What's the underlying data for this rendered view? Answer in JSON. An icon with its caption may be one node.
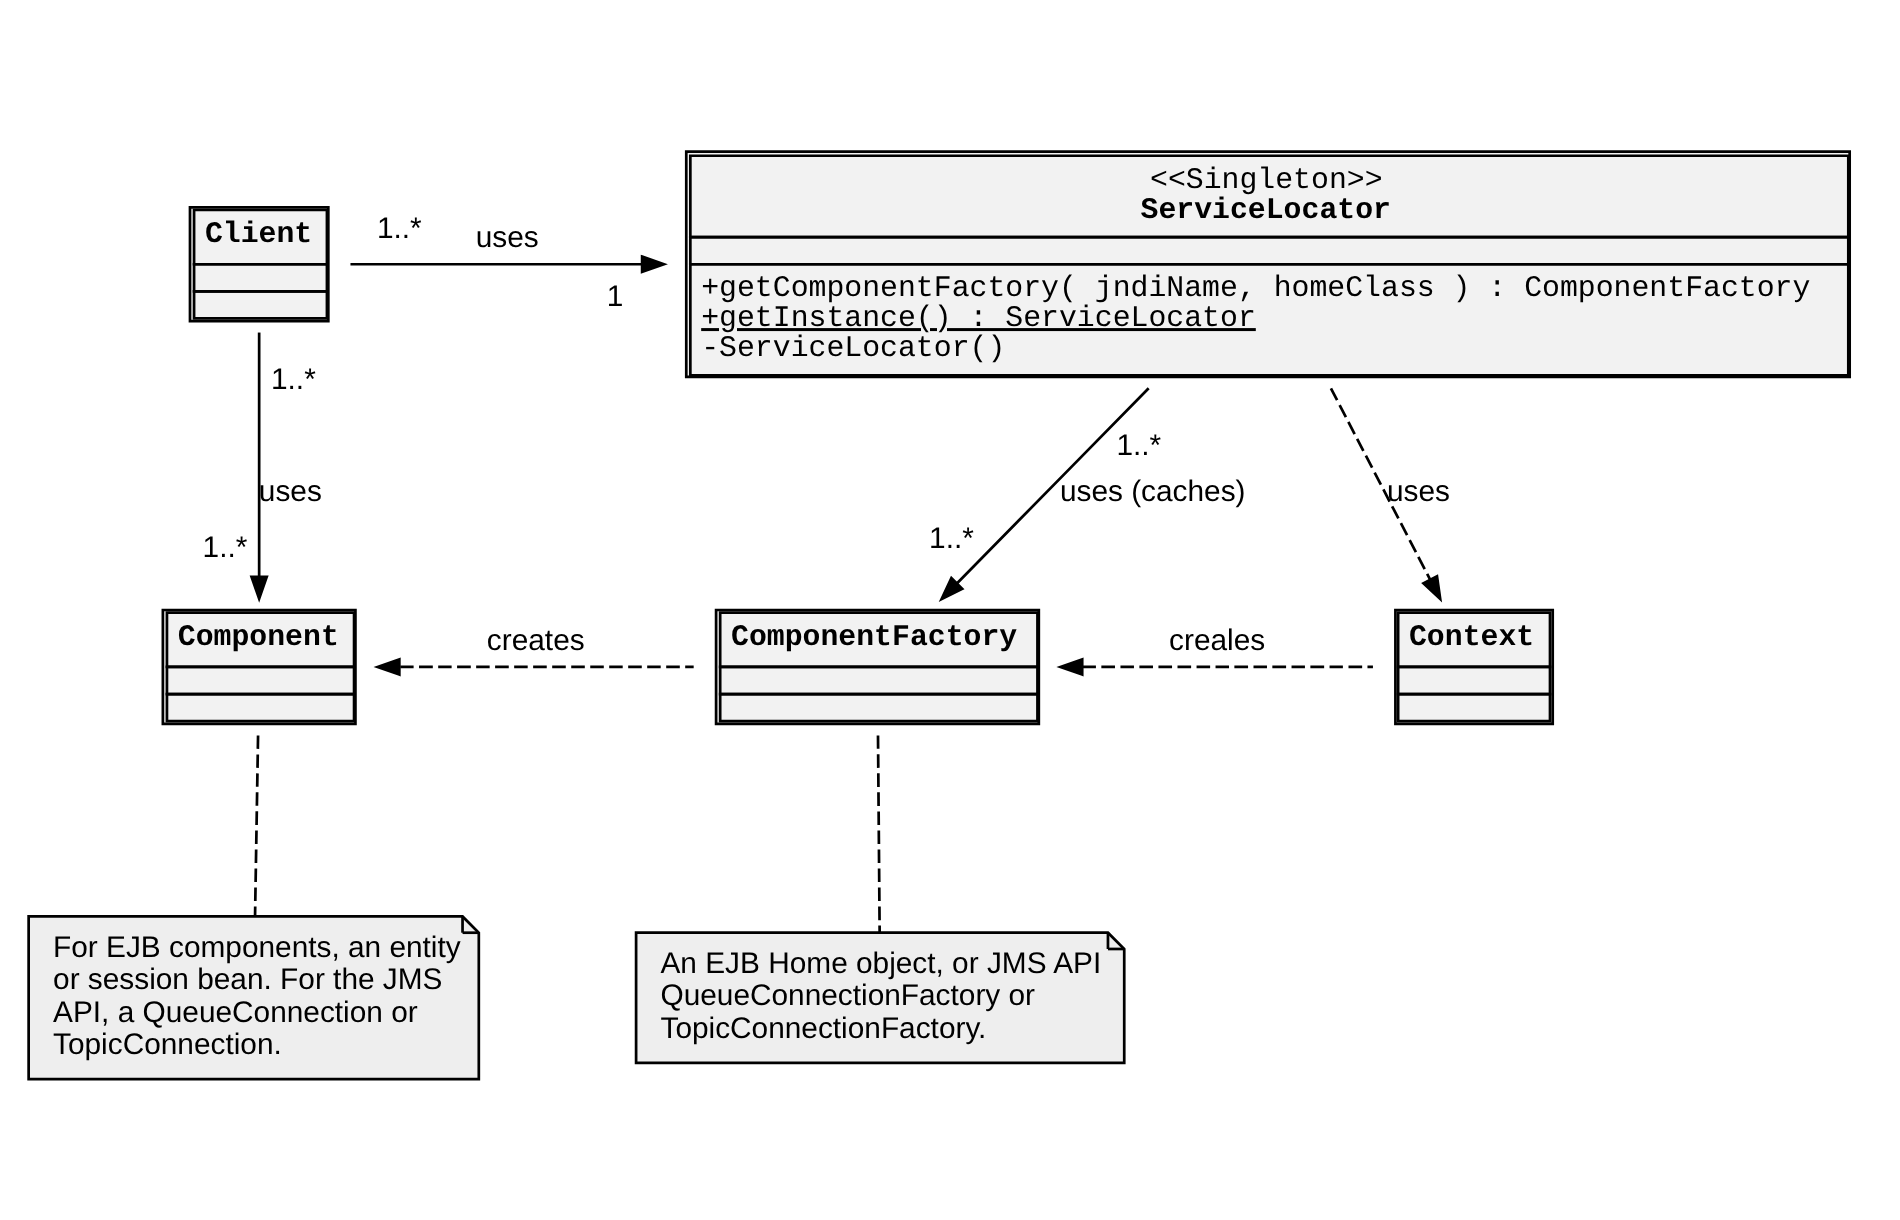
{
  "diagram": {
    "nodes": [
      {
        "text": [
          "Client"
        ],
        "beside": [
          "1..*",
          "1..*"
        ]
      },
      {
        "text": [
          "<<Singleton>>",
          "ServiceLocator",
          "+getComponentFactory( jndiName, homeClass ) : ComponentFactory",
          "+getInstance() : ServiceLocator",
          "-ServiceLocator()"
        ],
        "beside": [
          "1",
          "1..*"
        ]
      },
      {
        "text": [
          "Component"
        ],
        "beside": [
          "1..*"
        ]
      },
      {
        "text": [
          "ComponentFactory"
        ],
        "beside": [
          "1..*"
        ]
      },
      {
        "text": [
          "Context"
        ]
      },
      {
        "text": [
          "For EJB components, an entity or session bean. For the JMS API, a QueueConnection or TopicConnection."
        ]
      },
      {
        "text": [
          "An EJB Home object, or JMS API QueueConnectionFactory or TopicConnectionFactory."
        ]
      }
    ],
    "edges": [
      {
        "from": 0,
        "to": 1,
        "arrow": "to",
        "label": "uses"
      },
      {
        "from": 0,
        "to": 2,
        "arrow": "to",
        "label": "uses"
      },
      {
        "from": 1,
        "to": 3,
        "arrow": "to",
        "label": "uses (caches)"
      },
      {
        "from": 1,
        "to": 4,
        "arrow": "to",
        "label": "uses",
        "style": "dashed"
      },
      {
        "from": 3,
        "to": 2,
        "arrow": "to",
        "label": "creates",
        "style": "dashed"
      },
      {
        "from": 4,
        "to": 3,
        "arrow": "to",
        "label": "creales",
        "style": "dashed"
      },
      {
        "from": 2,
        "to": 5,
        "arrow": "none",
        "style": "dashed"
      },
      {
        "from": 3,
        "to": 6,
        "arrow": "none",
        "style": "dashed"
      }
    ]
  }
}
